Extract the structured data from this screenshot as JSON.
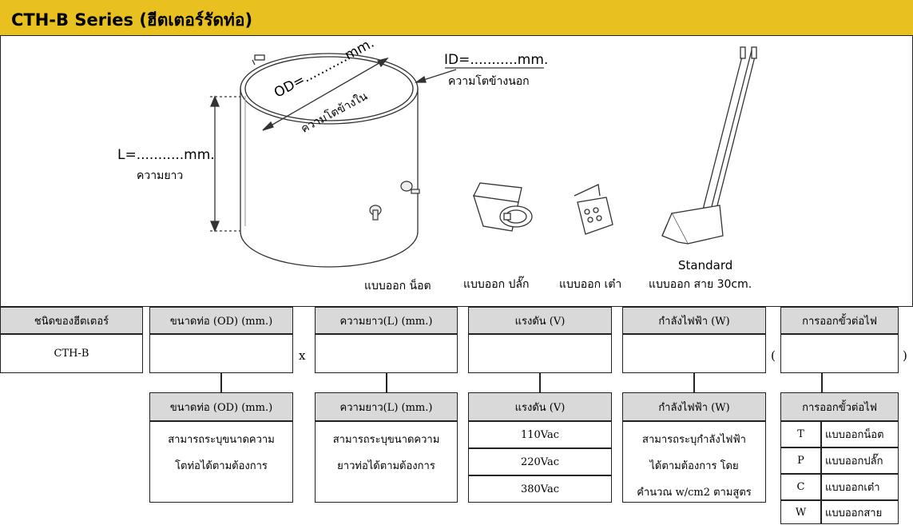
{
  "title": "CTH-B Series (ฮีตเตอร์รัดท่อ)",
  "diagram": {
    "od_label": "OD=...........mm.",
    "od_sub": "ความโตข้างใน",
    "id_label": "ID=...........mm.",
    "id_sub": "ความโตข้างนอก",
    "l_label": "L=...........mm.",
    "l_sub": "ความยาว",
    "standard_label": "Standard",
    "types": [
      "แบบออก น็อต",
      "แบบออก ปลั๊ก",
      "แบบออก เต๋า",
      "แบบออก สาย 30cm."
    ]
  },
  "order_row": {
    "headers": [
      "ชนิดของฮีตเตอร์",
      "ขนาดท่อ (OD) (mm.)",
      "ความยาว(L) (mm.)",
      "แรงดัน (V)",
      "กำลังไฟฟ้า (W)",
      "การออกขั้วต่อไฟ"
    ],
    "values": [
      "CTH-B",
      "",
      "",
      "",
      "",
      ""
    ],
    "separator_x": "x",
    "paren_open": "(",
    "paren_close": ")"
  },
  "details": {
    "od": {
      "header": "ขนาดท่อ (OD) (mm.)",
      "line1": "สามารถระบุขนาดความ",
      "line2": "โตท่อได้ตามต้องการ"
    },
    "length": {
      "header": "ความยาว(L) (mm.)",
      "line1": "สามารถระบุขนาดความ",
      "line2": "ยาวท่อได้ตามต้องการ"
    },
    "voltage": {
      "header": "แรงดัน (V)",
      "options": [
        "110Vac",
        "220Vac",
        "380Vac"
      ]
    },
    "power": {
      "header": "กำลังไฟฟ้า (W)",
      "line1": "สามารถระบุกำลังไฟฟ้า",
      "line2": "ได้ตามต้องการ โดย",
      "line3": "คำนวณ w/cm2 ตามสูตร"
    },
    "connection": {
      "header": "การออกขั้วต่อไฟ",
      "options": [
        {
          "code": "T",
          "label": "แบบออกน็อต"
        },
        {
          "code": "P",
          "label": "แบบออกปลั๊ก"
        },
        {
          "code": "C",
          "label": "แบบออกเต๋า"
        },
        {
          "code": "W",
          "label": "แบบออกสาย"
        }
      ]
    }
  }
}
